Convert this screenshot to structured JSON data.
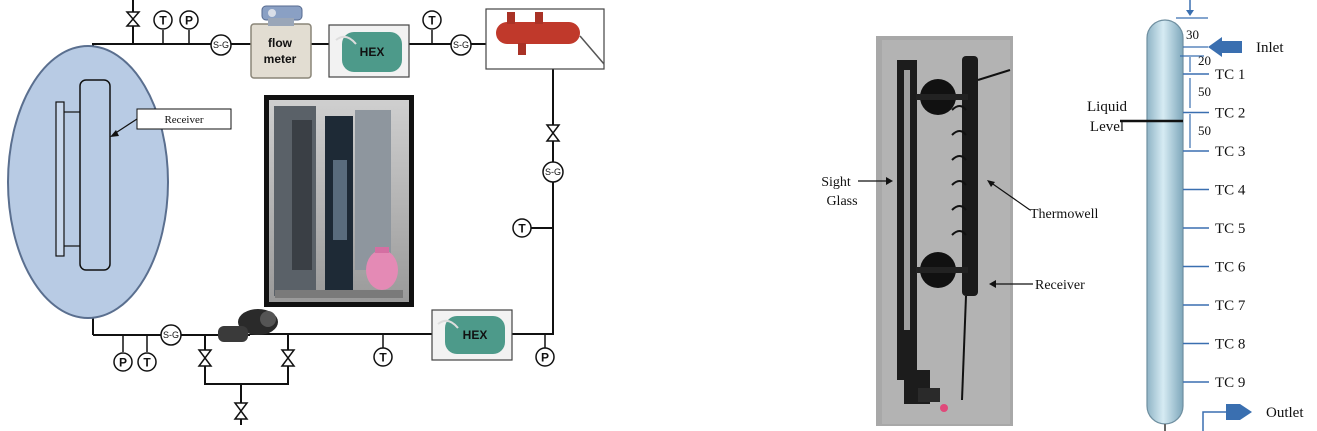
{
  "left_diagram": {
    "receiver_label": "Receiver",
    "flow_meter_label": "flow\nmeter",
    "hex_label": "HEX",
    "temp_symbol": "T",
    "pressure_symbol": "P",
    "sight_glass_symbol": "S-G"
  },
  "right_diagram": {
    "sight_glass_label": "Sight\nGlass",
    "thermowell_label": "Thermowell",
    "receiver_label": "Receiver",
    "liquid_level_label": "Liquid\nLevel",
    "inlet_label": "Inlet",
    "outlet_label": "Outlet",
    "dimensions": [
      "30",
      "20",
      "50",
      "50"
    ],
    "thermocouples": [
      "TC 1",
      "TC 2",
      "TC 3",
      "TC 4",
      "TC 5",
      "TC 6",
      "TC 7",
      "TC 8",
      "TC 9"
    ]
  },
  "colors": {
    "receiver_fill": "#b8cbe4",
    "hex_fill": "#4d9a8a",
    "heater_fill": "#c0392b",
    "column_fill": "#b8d6e4",
    "tc_line": "#3a6fb0"
  }
}
